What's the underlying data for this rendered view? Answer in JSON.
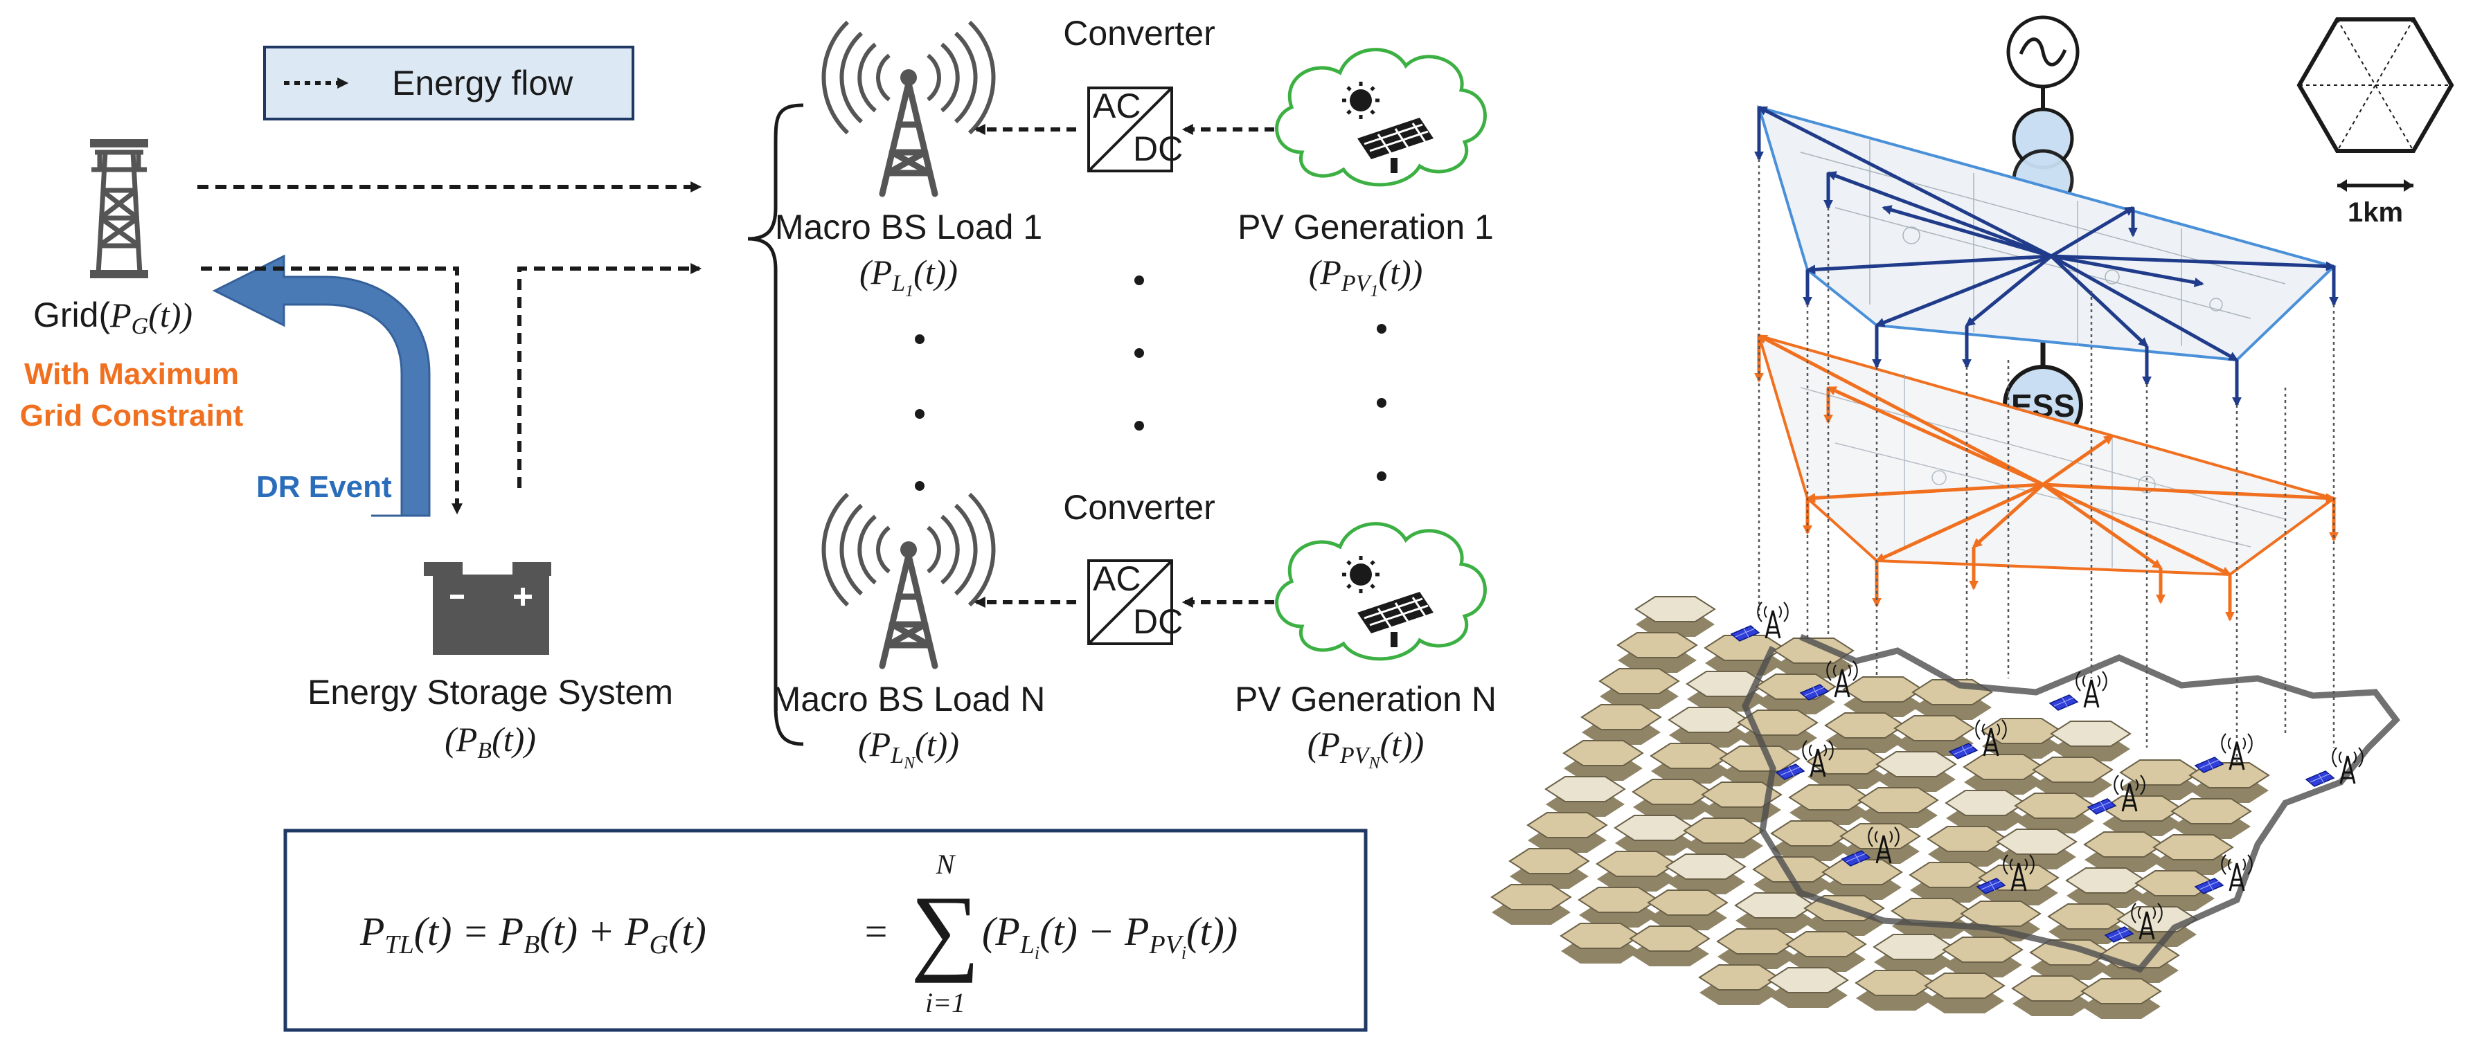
{
  "legend": {
    "label": "Energy flow"
  },
  "grid": {
    "label": "Grid(",
    "symbol": "P",
    "sub": "G",
    "tail": "(t))"
  },
  "constraint": {
    "line1": "With Maximum",
    "line2": "Grid Constraint"
  },
  "dr_event": {
    "label": "DR Event"
  },
  "ess": {
    "label": "Energy Storage System",
    "symbol": "(P",
    "sub": "B",
    "tail": "(t))"
  },
  "converter": {
    "label": "Converter",
    "ac": "AC",
    "dc": "DC"
  },
  "macro_bs_1": {
    "label": "Macro BS Load 1",
    "sym": "(P",
    "sub": "L",
    "subsub": "1",
    "tail": "(t))"
  },
  "macro_bs_n": {
    "label": "Macro BS Load N",
    "sym": "(P",
    "sub": "L",
    "subsub": "N",
    "tail": "(t))"
  },
  "pv_1": {
    "label": "PV Generation 1",
    "sym": "(P",
    "sub": "PV",
    "subsub": "1",
    "tail": "(t))"
  },
  "pv_n": {
    "label": "PV Generation N",
    "sym": "(P",
    "sub": "PV",
    "subsub": "N",
    "tail": "(t))"
  },
  "equation": {
    "lhs": "P",
    "lhs_sub": "TL",
    "lhs_tail": "(t) = ",
    "b": "P",
    "b_sub": "B",
    "b_tail": "(t) + ",
    "g": "P",
    "g_sub": "G",
    "g_tail": "(t)",
    "eq": "=",
    "sum_top": "N",
    "sum_bottom": "i=1",
    "term1": "(P",
    "term1_sub": "L",
    "term1_subsub": "i",
    "term1_tail": "(t) − ",
    "term2": "P",
    "term2_sub": "PV",
    "term2_subsub": "i",
    "term2_tail": "(t))"
  },
  "map": {
    "scale": "1km",
    "ess": "ESS"
  },
  "colors": {
    "legend_bg": "#dce9f5",
    "navy": "#1f3864",
    "orange": "#f07020",
    "dr_arrow": "#4a7ab5",
    "feeder_blue": "#1f3b8a"
  }
}
